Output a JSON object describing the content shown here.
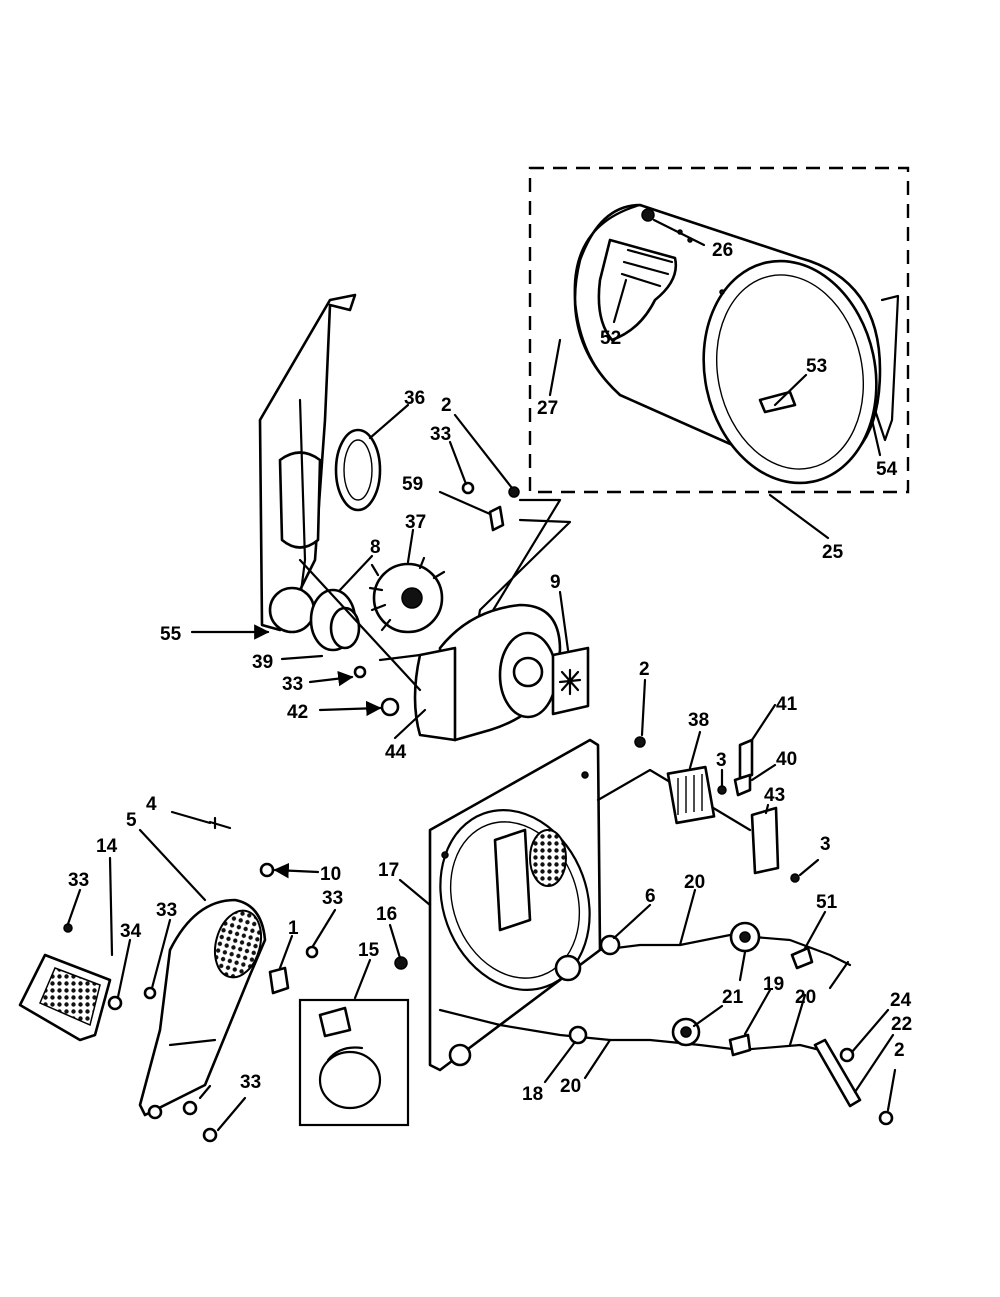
{
  "diagram": {
    "labels": [
      "36",
      "2",
      "33",
      "59",
      "37",
      "8",
      "9",
      "55",
      "39",
      "33",
      "42",
      "44",
      "26",
      "52",
      "53",
      "27",
      "54",
      "25",
      "2",
      "38",
      "41",
      "3",
      "40",
      "43",
      "3",
      "4",
      "5",
      "14",
      "33",
      "34",
      "33",
      "10",
      "33",
      "1",
      "17",
      "16",
      "15",
      "6",
      "20",
      "51",
      "21",
      "19",
      "20",
      "24",
      "22",
      "2",
      "18",
      "20",
      "33"
    ],
    "colors": {
      "ink": "#000000",
      "paper": "#ffffff"
    }
  }
}
